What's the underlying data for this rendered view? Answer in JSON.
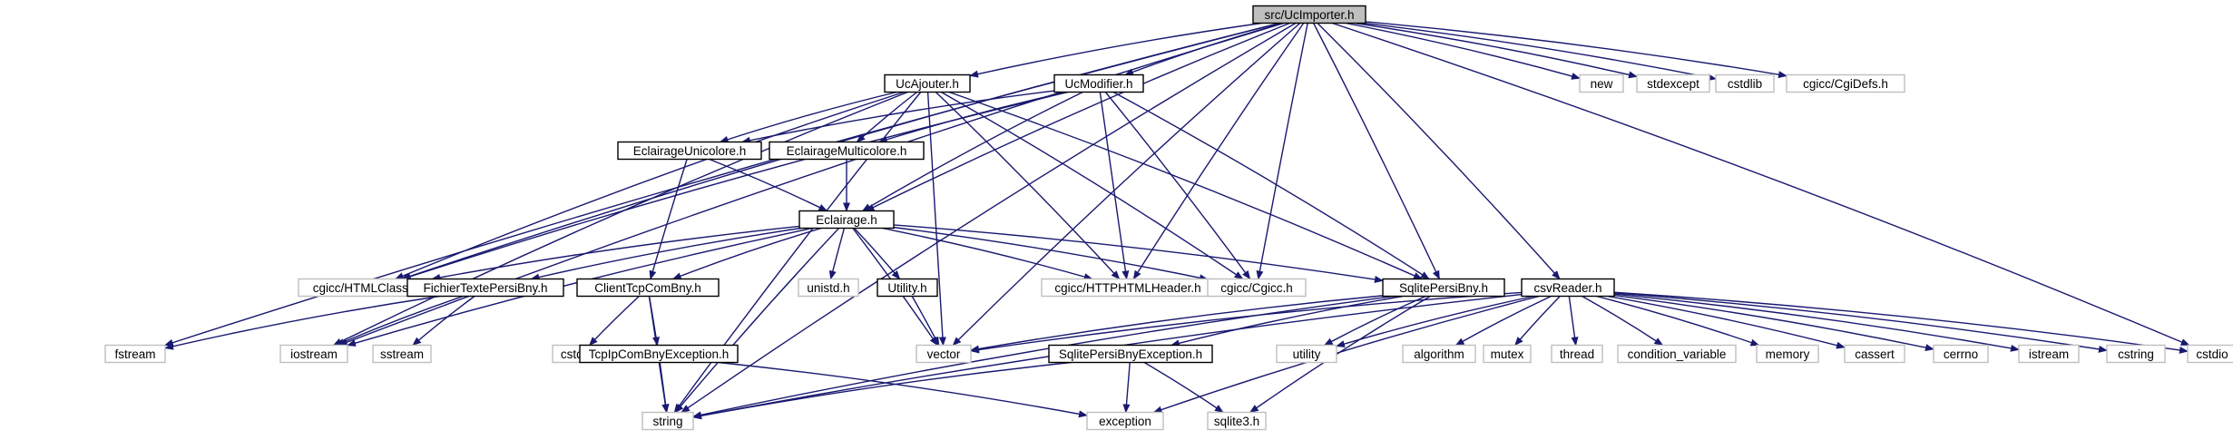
{
  "diagram": {
    "colors": {
      "edge": "#191970",
      "focus_fill": "#bfbfbf",
      "project_border": "#000000",
      "external_border": "#bfbfbf"
    },
    "nodes": [
      {
        "id": "ucimporter",
        "label": "src/UcImporter.h",
        "kind": "focus"
      },
      {
        "id": "ucajouter",
        "label": "UcAjouter.h",
        "kind": "project"
      },
      {
        "id": "ucmodifier",
        "label": "UcModifier.h",
        "kind": "project"
      },
      {
        "id": "new",
        "label": "new",
        "kind": "external"
      },
      {
        "id": "stdexcept",
        "label": "stdexcept",
        "kind": "external"
      },
      {
        "id": "cstdlib",
        "label": "cstdlib",
        "kind": "external"
      },
      {
        "id": "cgidefs",
        "label": "cgicc/CgiDefs.h",
        "kind": "external"
      },
      {
        "id": "eclunicolore",
        "label": "EclairageUnicolore.h",
        "kind": "project"
      },
      {
        "id": "eclmulticolore",
        "label": "EclairageMulticolore.h",
        "kind": "project"
      },
      {
        "id": "eclairage",
        "label": "Eclairage.h",
        "kind": "project"
      },
      {
        "id": "htmlclasses",
        "label": "cgicc/HTMLClasses.h",
        "kind": "external"
      },
      {
        "id": "fichiertexte",
        "label": "FichierTextePersiBny.h",
        "kind": "project"
      },
      {
        "id": "clienttcp",
        "label": "ClientTcpComBny.h",
        "kind": "project"
      },
      {
        "id": "unistd",
        "label": "unistd.h",
        "kind": "external"
      },
      {
        "id": "utility_h",
        "label": "Utility.h",
        "kind": "project"
      },
      {
        "id": "httphtmlheader",
        "label": "cgicc/HTTPHTMLHeader.h",
        "kind": "external"
      },
      {
        "id": "cgicc",
        "label": "cgicc/Cgicc.h",
        "kind": "external"
      },
      {
        "id": "sqlitepersi",
        "label": "SqlitePersiBny.h",
        "kind": "project"
      },
      {
        "id": "csvreader",
        "label": "csvReader.h",
        "kind": "project"
      },
      {
        "id": "fstream",
        "label": "fstream",
        "kind": "external"
      },
      {
        "id": "iostream",
        "label": "iostream",
        "kind": "external"
      },
      {
        "id": "sstream",
        "label": "sstream",
        "kind": "external"
      },
      {
        "id": "cstdarg",
        "label": "cstdarg",
        "kind": "external"
      },
      {
        "id": "tcpipexc",
        "label": "TcpIpComBnyException.h",
        "kind": "project"
      },
      {
        "id": "vector",
        "label": "vector",
        "kind": "external"
      },
      {
        "id": "sqliteexc",
        "label": "SqlitePersiBnyException.h",
        "kind": "project"
      },
      {
        "id": "utility",
        "label": "utility",
        "kind": "external"
      },
      {
        "id": "algorithm",
        "label": "algorithm",
        "kind": "external"
      },
      {
        "id": "mutex",
        "label": "mutex",
        "kind": "external"
      },
      {
        "id": "thread",
        "label": "thread",
        "kind": "external"
      },
      {
        "id": "condvar",
        "label": "condition_variable",
        "kind": "external"
      },
      {
        "id": "memory",
        "label": "memory",
        "kind": "external"
      },
      {
        "id": "cassert",
        "label": "cassert",
        "kind": "external"
      },
      {
        "id": "cerrno",
        "label": "cerrno",
        "kind": "external"
      },
      {
        "id": "istream",
        "label": "istream",
        "kind": "external"
      },
      {
        "id": "cstring",
        "label": "cstring",
        "kind": "external"
      },
      {
        "id": "cstdio",
        "label": "cstdio",
        "kind": "external"
      },
      {
        "id": "string",
        "label": "string",
        "kind": "external"
      },
      {
        "id": "exception",
        "label": "exception",
        "kind": "external"
      },
      {
        "id": "sqlite3",
        "label": "sqlite3.h",
        "kind": "external"
      }
    ],
    "edges": [
      [
        "ucimporter",
        "ucajouter"
      ],
      [
        "ucimporter",
        "ucmodifier"
      ],
      [
        "ucimporter",
        "new"
      ],
      [
        "ucimporter",
        "stdexcept"
      ],
      [
        "ucimporter",
        "cstdlib"
      ],
      [
        "ucimporter",
        "cgidefs"
      ],
      [
        "ucimporter",
        "eclairage"
      ],
      [
        "ucimporter",
        "htmlclasses"
      ],
      [
        "ucimporter",
        "httphtmlheader"
      ],
      [
        "ucimporter",
        "cgicc"
      ],
      [
        "ucimporter",
        "sqlitepersi"
      ],
      [
        "ucimporter",
        "csvreader"
      ],
      [
        "ucimporter",
        "fstream"
      ],
      [
        "ucimporter",
        "iostream"
      ],
      [
        "ucimporter",
        "vector"
      ],
      [
        "ucimporter",
        "cstdio"
      ],
      [
        "ucimporter",
        "string"
      ],
      [
        "ucajouter",
        "eclunicolore"
      ],
      [
        "ucajouter",
        "eclmulticolore"
      ],
      [
        "ucajouter",
        "htmlclasses"
      ],
      [
        "ucajouter",
        "httphtmlheader"
      ],
      [
        "ucajouter",
        "cgicc"
      ],
      [
        "ucajouter",
        "sqlitepersi"
      ],
      [
        "ucajouter",
        "iostream"
      ],
      [
        "ucajouter",
        "vector"
      ],
      [
        "ucajouter",
        "string"
      ],
      [
        "ucmodifier",
        "eclunicolore"
      ],
      [
        "ucmodifier",
        "eclmulticolore"
      ],
      [
        "ucmodifier",
        "eclairage"
      ],
      [
        "ucmodifier",
        "htmlclasses"
      ],
      [
        "ucmodifier",
        "httphtmlheader"
      ],
      [
        "ucmodifier",
        "cgicc"
      ],
      [
        "ucmodifier",
        "sqlitepersi"
      ],
      [
        "eclunicolore",
        "eclairage"
      ],
      [
        "eclunicolore",
        "clienttcp"
      ],
      [
        "eclmulticolore",
        "eclairage"
      ],
      [
        "eclairage",
        "htmlclasses"
      ],
      [
        "eclairage",
        "fichiertexte"
      ],
      [
        "eclairage",
        "clienttcp"
      ],
      [
        "eclairage",
        "unistd"
      ],
      [
        "eclairage",
        "utility_h"
      ],
      [
        "eclairage",
        "httphtmlheader"
      ],
      [
        "eclairage",
        "cgicc"
      ],
      [
        "eclairage",
        "sqlitepersi"
      ],
      [
        "eclairage",
        "iostream"
      ],
      [
        "eclairage",
        "vector"
      ],
      [
        "eclairage",
        "string"
      ],
      [
        "fichiertexte",
        "fstream"
      ],
      [
        "fichiertexte",
        "iostream"
      ],
      [
        "fichiertexte",
        "sstream"
      ],
      [
        "clienttcp",
        "cstdarg"
      ],
      [
        "clienttcp",
        "tcpipexc"
      ],
      [
        "clienttcp",
        "string"
      ],
      [
        "utility_h",
        "vector"
      ],
      [
        "tcpipexc",
        "string"
      ],
      [
        "tcpipexc",
        "exception"
      ],
      [
        "sqlitepersi",
        "vector"
      ],
      [
        "sqlitepersi",
        "sqliteexc"
      ],
      [
        "sqlitepersi",
        "utility"
      ],
      [
        "sqlitepersi",
        "string"
      ],
      [
        "sqlitepersi",
        "sqlite3"
      ],
      [
        "sqliteexc",
        "string"
      ],
      [
        "sqliteexc",
        "exception"
      ],
      [
        "sqliteexc",
        "sqlite3"
      ],
      [
        "csvreader",
        "vector"
      ],
      [
        "csvreader",
        "utility"
      ],
      [
        "csvreader",
        "algorithm"
      ],
      [
        "csvreader",
        "mutex"
      ],
      [
        "csvreader",
        "thread"
      ],
      [
        "csvreader",
        "condvar"
      ],
      [
        "csvreader",
        "memory"
      ],
      [
        "csvreader",
        "cassert"
      ],
      [
        "csvreader",
        "cerrno"
      ],
      [
        "csvreader",
        "istream"
      ],
      [
        "csvreader",
        "cstring"
      ],
      [
        "csvreader",
        "cstdio"
      ],
      [
        "csvreader",
        "exception"
      ],
      [
        "csvreader",
        "string"
      ]
    ]
  }
}
